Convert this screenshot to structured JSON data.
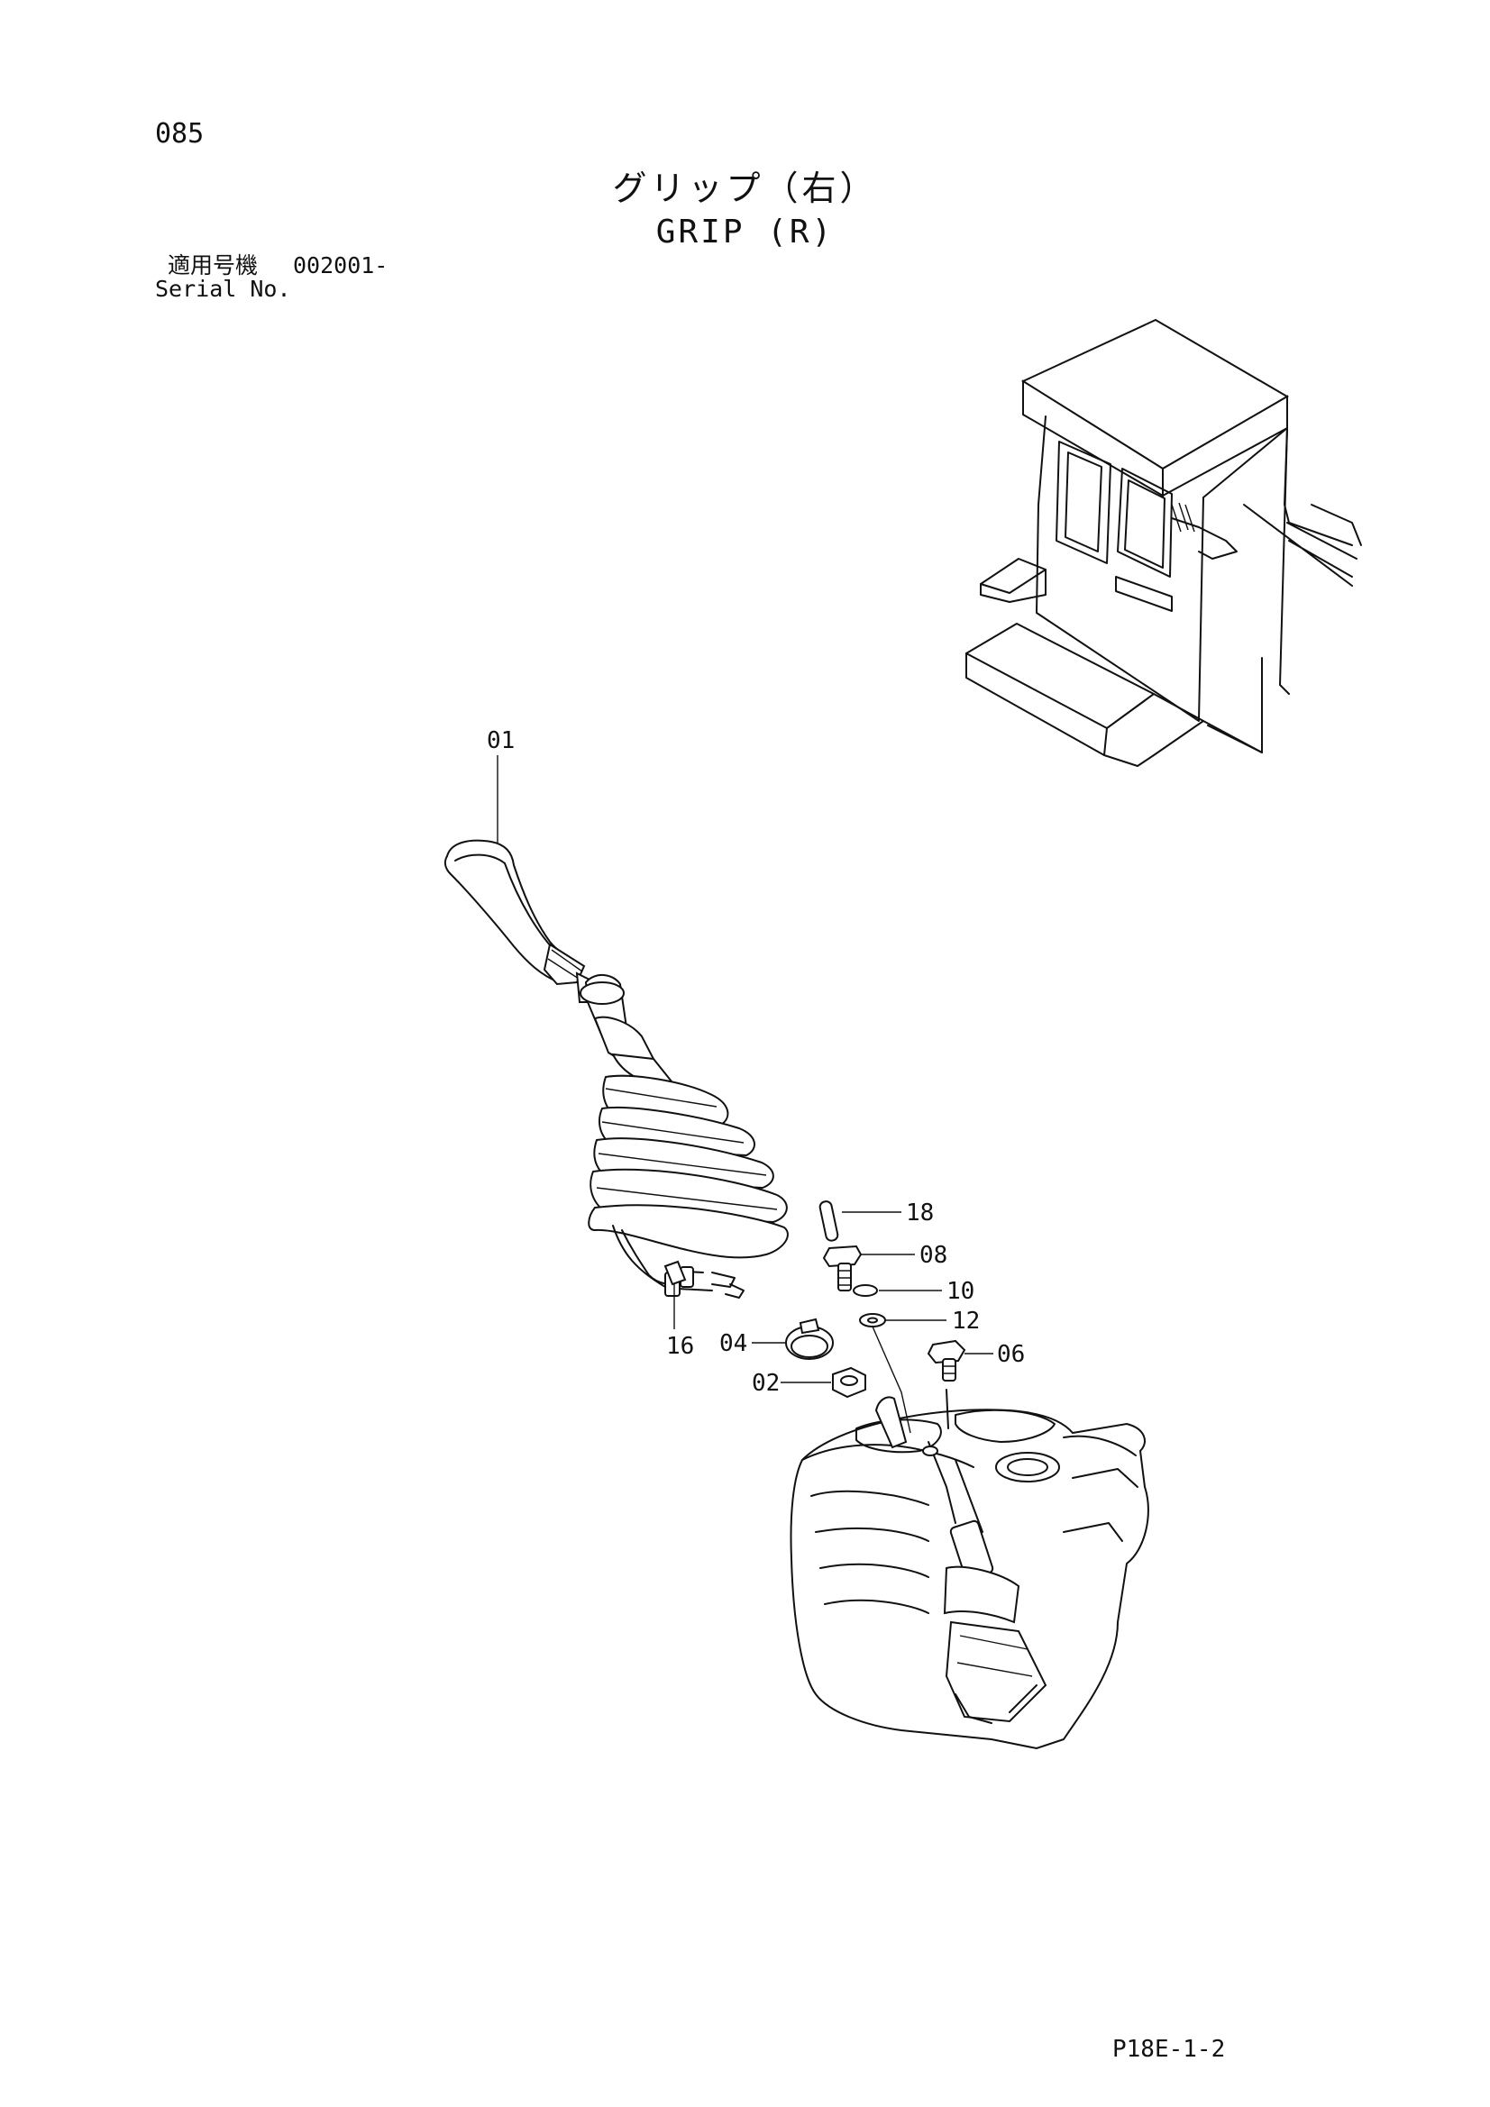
{
  "page": {
    "number": "085",
    "title_jp": "グリップ（右）",
    "title_en": "GRIP (R)",
    "serial_label_jp": "適用号機",
    "serial_value": "002001-",
    "serial_label_en": "Serial No.",
    "doc_code": "P18E-1-2"
  },
  "callouts": [
    {
      "id": "01",
      "label": "01"
    },
    {
      "id": "02",
      "label": "02"
    },
    {
      "id": "04",
      "label": "04"
    },
    {
      "id": "06",
      "label": "06"
    },
    {
      "id": "08",
      "label": "08"
    },
    {
      "id": "10",
      "label": "10"
    },
    {
      "id": "12",
      "label": "12"
    },
    {
      "id": "16",
      "label": "16"
    },
    {
      "id": "18",
      "label": "18"
    }
  ]
}
